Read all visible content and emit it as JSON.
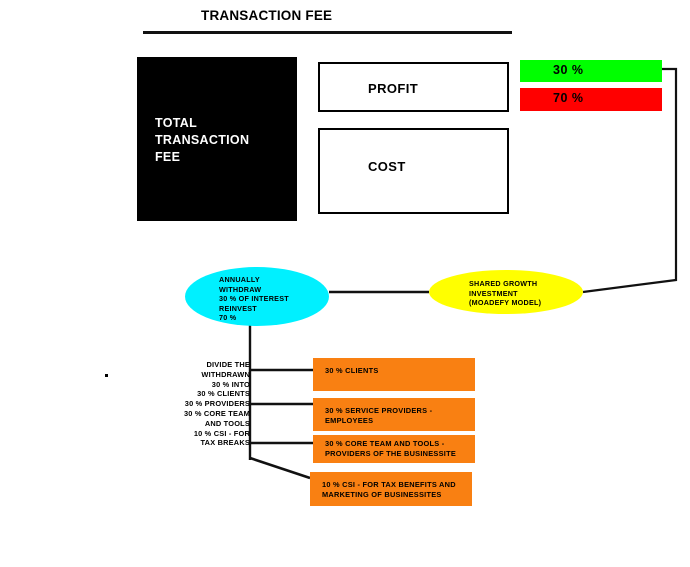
{
  "title": "TRANSACTION FEE",
  "boxes": {
    "total_fee": "TOTAL\nTRANSACTION\nFEE",
    "profit": "PROFIT",
    "cost": "COST",
    "pct_green": "30 %",
    "pct_red": "70 %"
  },
  "ellipses": {
    "annual": "ANNUALLY\nWITHDRAW\n30 % OF INTEREST\nREINVEST\n70 %",
    "shared_growth": "SHARED GROWTH\nINVESTMENT\n(MOADEFY MODEL)"
  },
  "divide_block": "DIVIDE THE\nWITHDRAWN\n30 % INTO\n30 % CLIENTS\n30 % PROVIDERS\n30 % CORE TEAM\nAND TOOLS\n10 % CSI - FOR\nTAX BREAKS",
  "allocations": [
    {
      "id": "clients",
      "label": "30 % CLIENTS"
    },
    {
      "id": "providers",
      "label": "30 % SERVICE PROVIDERS -\nEMPLOYEES"
    },
    {
      "id": "core-team",
      "label": "30 % CORE TEAM AND TOOLS -\nPROVIDERS OF THE BUSINESSITE"
    },
    {
      "id": "csi",
      "label": "10 % CSI - FOR TAX BENEFITS AND\nMARKETING OF BUSINESSITES"
    }
  ],
  "colors": {
    "black": "#000000",
    "white": "#ffffff",
    "green": "#00ff00",
    "red": "#ff0000",
    "cyan": "#00f0ff",
    "yellow": "#ffff00",
    "orange": "#f98012"
  }
}
